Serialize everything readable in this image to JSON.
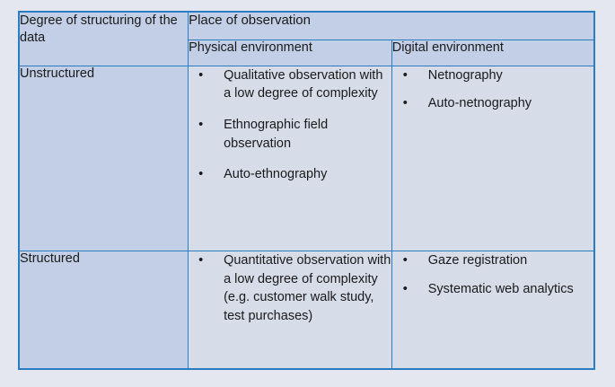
{
  "table": {
    "header": {
      "stub_label": "Degree of structuring of the data",
      "span_label": "Place of observation",
      "sub_headers": [
        "Physical environment",
        "Digital environment"
      ]
    },
    "rows": [
      {
        "label": "Unstructured",
        "physical": [
          "Qualitative observation with a low degree of complexity",
          "Ethnographic field observation",
          "Auto-ethnography"
        ],
        "digital": [
          "Netnography",
          "Auto-netnography"
        ]
      },
      {
        "label": "Structured",
        "physical": [
          "Quantitative observation with a low degree of complexity (e.g. customer walk study, test purchases)"
        ],
        "digital": [
          "Gaze registration",
          "Systematic web analytics"
        ]
      }
    ],
    "bullet_glyph": "•"
  },
  "colors": {
    "page_background": "#e4e7ef",
    "border": "#2a7cc0",
    "header_fill": "#c2cfe6",
    "body_fill": "#d6dce8",
    "text": "#1a1a1a"
  }
}
